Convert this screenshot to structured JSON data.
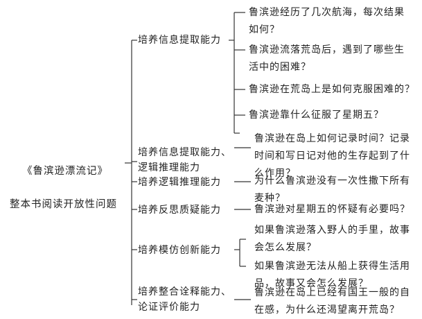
{
  "root": {
    "title": "《鲁滨逊漂流记》",
    "subtitle": "整本书阅读开放性问题"
  },
  "categories": [
    {
      "label": "培养信息提取能力",
      "questions": [
        "鲁滨逊经历了几次航海，每次结果\n如何？",
        "鲁滨逊流落荒岛后，遇到了哪些生\n活中的困难？",
        "鲁滨逊在荒岛上是如何克服困难的？",
        "鲁滨逊靠什么征服了星期五？"
      ]
    },
    {
      "label": "培养信息提取能力、\n逻辑推理能力",
      "questions": [
        "鲁滨逊在岛上如何记录时间？记录\n时间和写日记对他的生存起到了什\n么作用？"
      ]
    },
    {
      "label": "培养逻辑推理能力",
      "questions": [
        "为什么鲁滨逊没有一次性撒下所有\n麦种？"
      ]
    },
    {
      "label": "培养反思质疑能力",
      "questions": [
        "鲁滨逊对星期五的怀疑有必要吗？"
      ]
    },
    {
      "label": "培养模仿创新能力",
      "questions": [
        "如果鲁滨逊落入野人的手里，故事\n会怎么发展？",
        "如果鲁滨逊无法从船上获得生活用\n品，故事又会怎么发展？"
      ]
    },
    {
      "label": "培养整合诠释能力、\n论证评价能力",
      "questions": [
        "鲁滨逊在岛上已经有国王一般的自\n在感，为什么还渴望离开荒岛？"
      ]
    }
  ],
  "colors": {
    "line": "#333333",
    "text": "#222222"
  }
}
